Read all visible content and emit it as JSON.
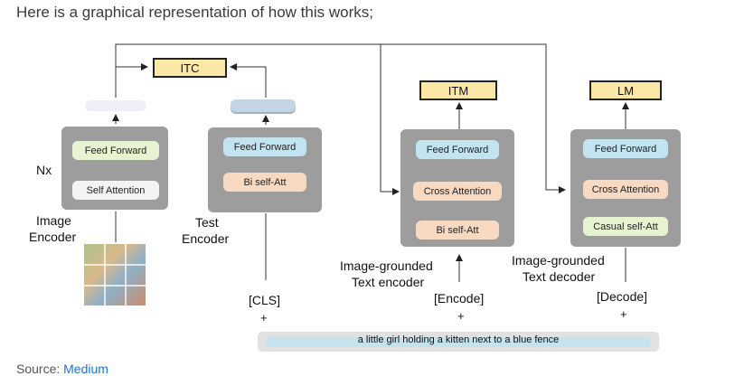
{
  "intro": "Here is a graphical representation of how this works;",
  "heads": {
    "itc": "ITC",
    "itm": "ITM",
    "lm": "LM"
  },
  "image_encoder": {
    "nx": "Nx",
    "feed_forward": "Feed Forward",
    "self_attention": "Self Attention",
    "label_line1": "Image",
    "label_line2": "Encoder"
  },
  "text_encoder": {
    "feed_forward": "Feed  Forward",
    "bi_self_att": "Bi self-Att",
    "label_line1": "Test",
    "label_line2": "Encoder",
    "token": "[CLS]",
    "plus": "+"
  },
  "grounded_encoder": {
    "feed_forward": "Feed  Forward",
    "cross_attention": "Cross Attention",
    "bi_self_att": "Bi self-Att",
    "label_line1": "Image-grounded",
    "label_line2": "Text encoder",
    "token": "[Encode]",
    "plus": "+"
  },
  "grounded_decoder": {
    "feed_forward": "Feed  Forward",
    "cross_attention": "Cross Attention",
    "casual_self_att": "Casual self-Att",
    "label_line1": "Image-grounded",
    "label_line2": "Text decoder",
    "token": "[Decode]",
    "plus": "+"
  },
  "caption_text": "a little girl holding a kitten next to a blue fence",
  "source": {
    "prefix": "Source: ",
    "link": "Medium"
  },
  "colors": {
    "encoder_box": "#9d9d9d",
    "head_fill": "#fbe7a6",
    "feed_forward_green": "#e6f4d2",
    "feed_forward_blue": "#c2e4f0",
    "attention_peach": "#f8d9c1",
    "link": "#1a73e8"
  }
}
